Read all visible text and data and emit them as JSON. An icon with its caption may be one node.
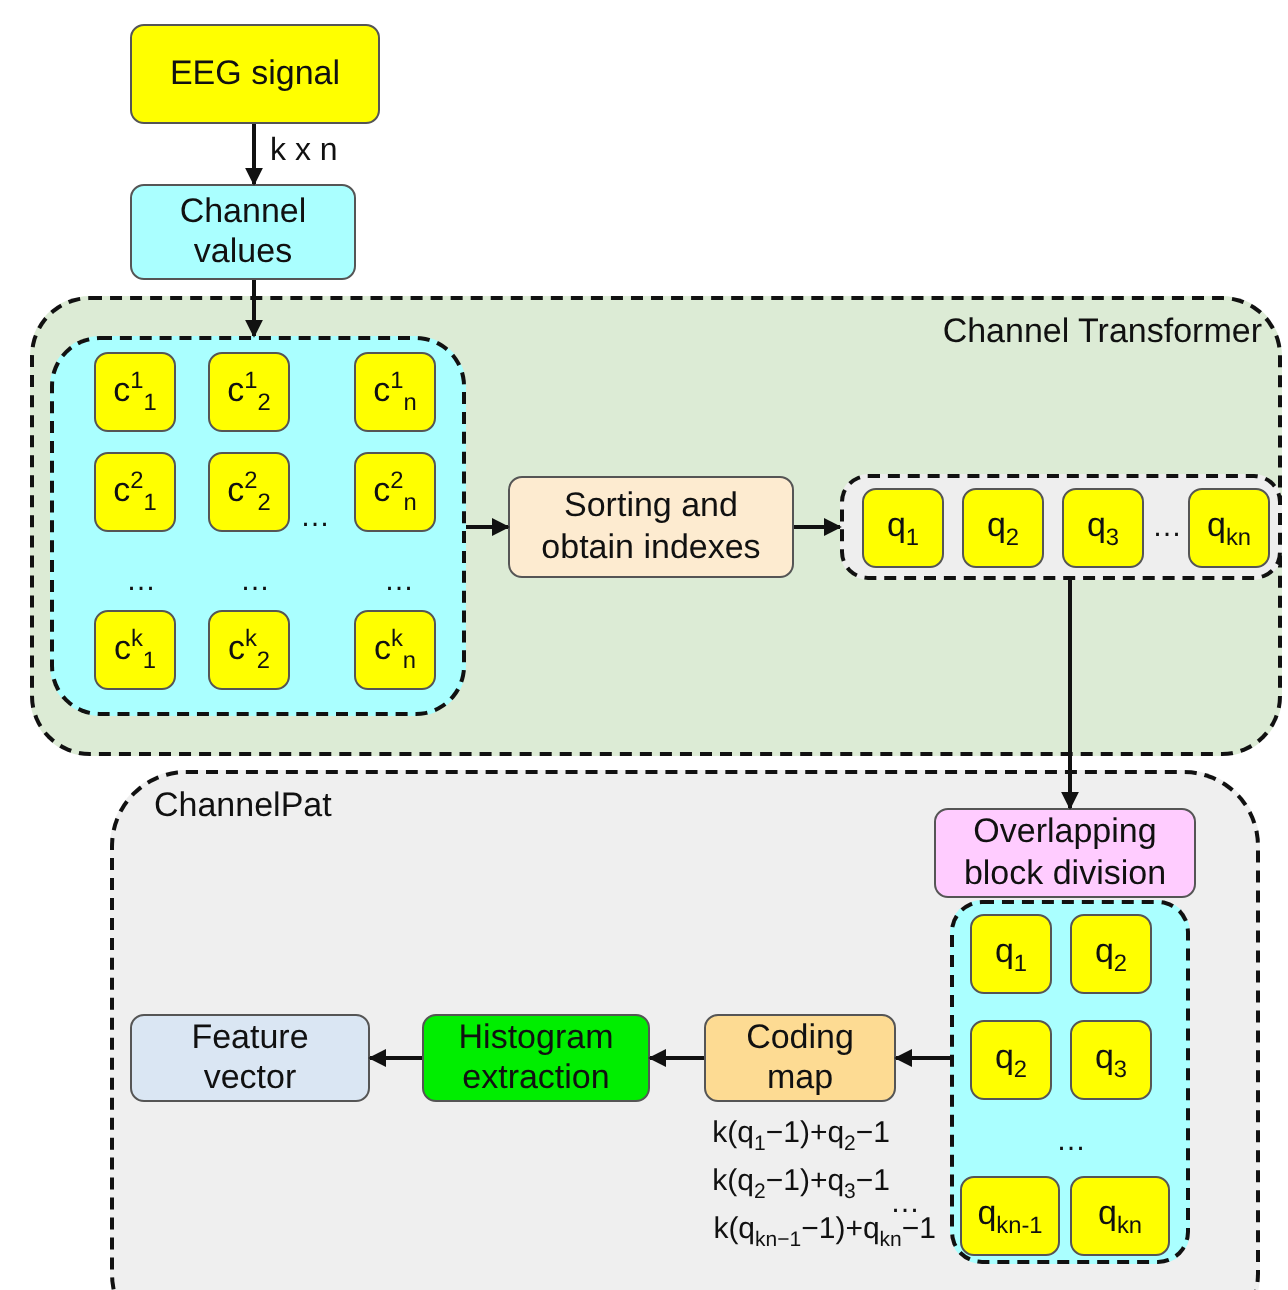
{
  "diagram": {
    "nodes": [
      {
        "text": [
          "EEG signal"
        ]
      },
      {
        "text": [
          "Channel values"
        ]
      },
      {
        "text": [
          "Channel Transformer"
        ]
      },
      {
        "text": [],
        "shape": "box",
        "in": 2
      },
      {
        "text": [
          "c$^{1}$$_{1}$"
        ],
        "in": 3
      },
      {
        "text": [
          "c$^{1}$$_{2}$"
        ],
        "in": 3
      },
      {
        "text": [
          "c$^{1}$$_{n}$"
        ],
        "in": 3
      },
      {
        "text": [
          "c$^{2}$$_{1}$"
        ],
        "in": 3
      },
      {
        "text": [
          "c$^{2}$$_{2}$"
        ],
        "in": 3
      },
      {
        "text": [
          "c$^{2}$$_{n}$"
        ],
        "in": 3
      },
      {
        "text": [
          "c$^{k}$$_{1}$"
        ],
        "in": 3
      },
      {
        "text": [
          "c$^{k}$$_{2}$"
        ],
        "in": 3
      },
      {
        "text": [
          "c$^{k}$$_{n}$"
        ],
        "in": 3
      },
      {
        "text": [
          "Sorting and obtain indexes"
        ],
        "in": 2
      },
      {
        "text": [],
        "shape": "box",
        "in": 2
      },
      {
        "text": [
          "q$_{1}$"
        ],
        "in": 14
      },
      {
        "text": [
          "q$_{2}$"
        ],
        "in": 14
      },
      {
        "text": [
          "q$_{3}$"
        ],
        "in": 14
      },
      {
        "text": [
          "q$_{kn}$"
        ],
        "in": 14
      },
      {
        "text": [
          "ChannelPat"
        ]
      },
      {
        "text": [
          "Overlapping block division"
        ],
        "in": 19
      },
      {
        "text": [],
        "shape": "box",
        "in": 19
      },
      {
        "text": [
          "q$_{1}$"
        ],
        "in": 21
      },
      {
        "text": [
          "q$_{2}$"
        ],
        "in": 21
      },
      {
        "text": [
          "q$_{2}$"
        ],
        "in": 21
      },
      {
        "text": [
          "q$_{3}$"
        ],
        "in": 21
      },
      {
        "text": [
          "q$_{kn-1}$"
        ],
        "in": 21
      },
      {
        "text": [
          "q$_{kn}$"
        ],
        "in": 21
      },
      {
        "text": [
          "Coding map"
        ],
        "in": 19,
        "beside": [
          "k(q$_{1}$−1)+q$_{2}$−1",
          "k(q$_{2}$−1)+q$_{3}$−1",
          "k(q$_{kn−1}$−1)+q$_{kn}$−1"
        ]
      },
      {
        "text": [
          "Histogram extraction"
        ],
        "in": 19
      },
      {
        "text": [
          "Feature vector"
        ],
        "in": 19
      }
    ],
    "edges": [
      {
        "from": 0,
        "to": 1,
        "arrow": "to",
        "label": "k x n"
      },
      {
        "from": 1,
        "to": 3,
        "arrow": "to"
      },
      {
        "from": 3,
        "to": 13,
        "arrow": "to"
      },
      {
        "from": 13,
        "to": 14,
        "arrow": "to"
      },
      {
        "from": 14,
        "to": 20,
        "arrow": "to"
      },
      {
        "from": 21,
        "to": 28,
        "arrow": "to"
      },
      {
        "from": 28,
        "to": 29,
        "arrow": "to"
      },
      {
        "from": 29,
        "to": 30,
        "arrow": "to"
      }
    ],
    "labels": [
      "…",
      "…",
      "…",
      "…",
      "…",
      "…",
      "…"
    ]
  }
}
